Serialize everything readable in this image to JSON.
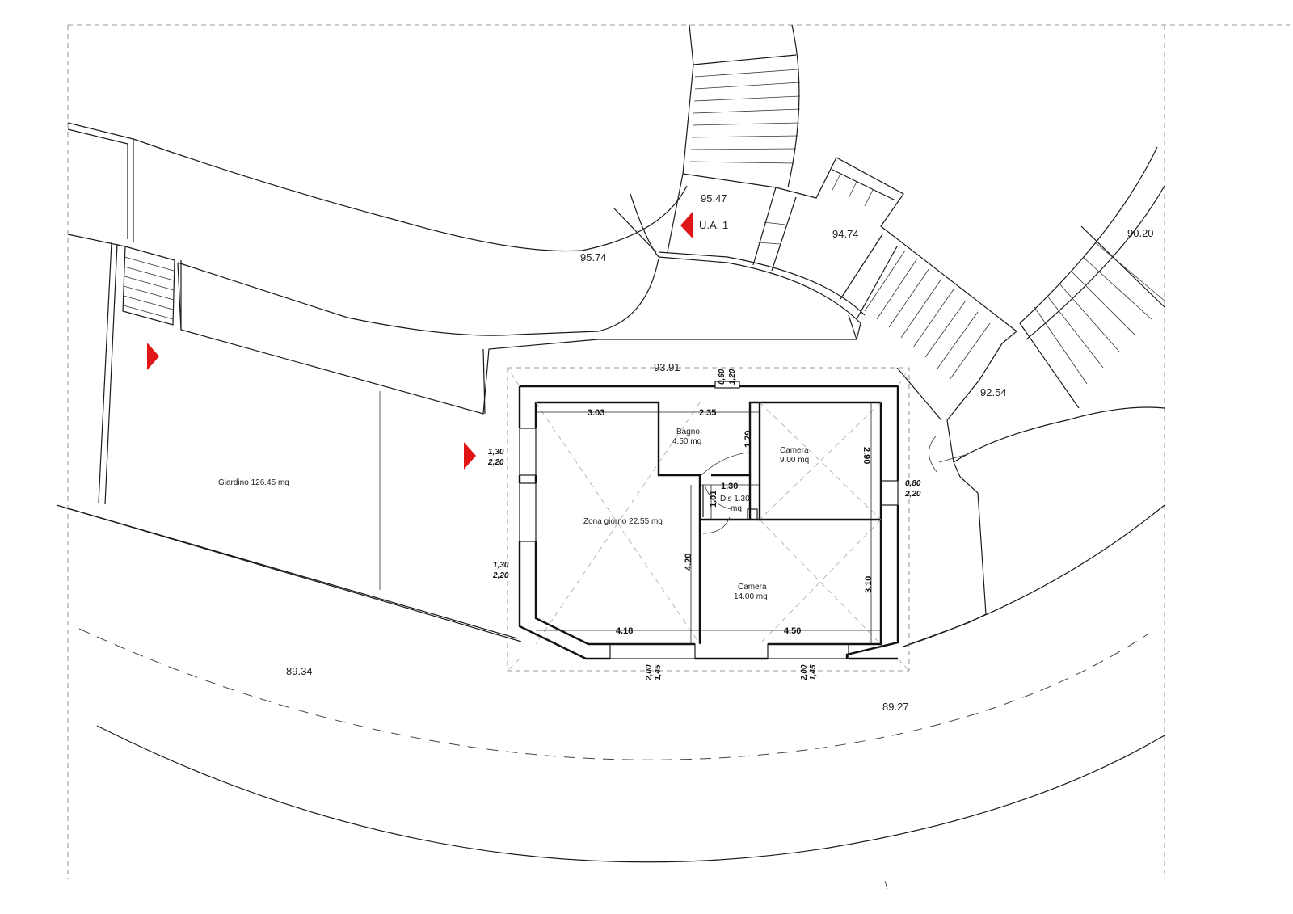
{
  "levels": {
    "l1": "95.47",
    "l2": "95.74",
    "l3": "94.74",
    "l4": "90.20",
    "l5": "93.91",
    "l6": "92.54",
    "l7": "89.34",
    "l8": "89.27"
  },
  "unit_label": "U.A. 1",
  "rooms": {
    "giardino": "Giardino 126.45 mq",
    "bagno_name": "Bagno",
    "bagno_area": "4.50 mq",
    "camera1_name": "Camera",
    "camera1_area": "9.00 mq",
    "dis_name": "Dis 1.30",
    "dis_unit": "mq",
    "zona": "Zona giorno 22.55 mq",
    "camera2_name": "Camera",
    "camera2_area": "14.00 mq"
  },
  "dimensions": {
    "d303": "3.03",
    "d235": "2.35",
    "d179": "1.79",
    "d290": "2.90",
    "d130": "1.30",
    "d101": "1.01",
    "d420": "4.20",
    "d310": "3.10",
    "d418": "4.18",
    "d450": "4.50"
  },
  "openings": {
    "top_a": "0,60",
    "top_b": "1,20",
    "left1_a": "1,30",
    "left1_b": "2,20",
    "left2_a": "1,30",
    "left2_b": "2,20",
    "right_a": "0,80",
    "right_b": "2,20",
    "bot1_a": "2,00",
    "bot1_b": "1,45",
    "bot2_a": "2,00",
    "bot2_b": "1,45"
  },
  "colors": {
    "marker": "#e01515",
    "line": "#111111"
  }
}
